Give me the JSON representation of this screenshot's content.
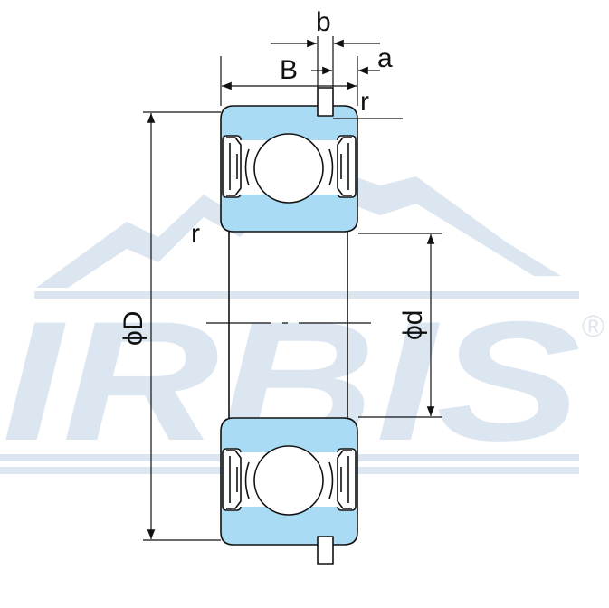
{
  "colors": {
    "background": "#ffffff",
    "watermark": "#dce6f1",
    "ring_fill": "#a9dcf4",
    "line": "#111111"
  },
  "watermark": {
    "brand": "IRBIS",
    "registered_mark": "®"
  },
  "labels": {
    "b": "b",
    "B": "B",
    "a": "a",
    "r_top": "r",
    "r_left": "r",
    "outer_diameter": "ϕD",
    "inner_diameter": "ϕd"
  },
  "icons": [
    "ball-bearing-cross-section",
    "dimension-arrow",
    "registered-trademark-icon"
  ]
}
